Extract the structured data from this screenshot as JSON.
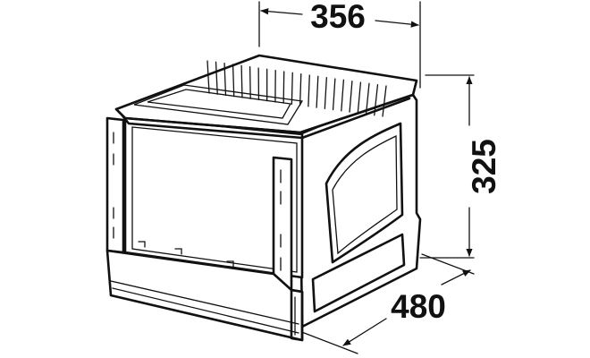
{
  "figure": {
    "dimensions": {
      "width": "356",
      "height": "325",
      "depth": "480"
    }
  }
}
